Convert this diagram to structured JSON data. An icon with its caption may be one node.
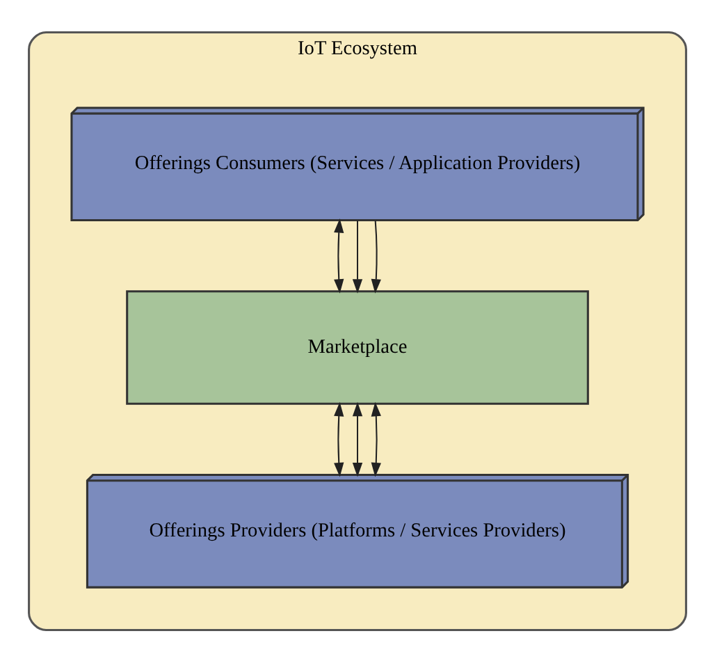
{
  "diagram": {
    "nodes": [
      {
        "text": [
          "IoT Ecosystem"
        ]
      },
      {
        "text": [
          "Offerings Consumers (Services / Application Providers)"
        ],
        "in": 0
      },
      {
        "text": [
          "Marketplace"
        ],
        "in": 0
      },
      {
        "text": [
          "Offerings Providers (Platforms / Services Providers)"
        ],
        "in": 0
      }
    ],
    "edges": [
      {
        "from": 1,
        "to": 2,
        "arrow": "both"
      },
      {
        "from": 1,
        "to": 2,
        "arrow": "to"
      },
      {
        "from": 1,
        "to": 2,
        "arrow": "to"
      },
      {
        "from": 2,
        "to": 3,
        "arrow": "both"
      },
      {
        "from": 2,
        "to": 3,
        "arrow": "both"
      },
      {
        "from": 2,
        "to": 3,
        "arrow": "both"
      }
    ]
  }
}
